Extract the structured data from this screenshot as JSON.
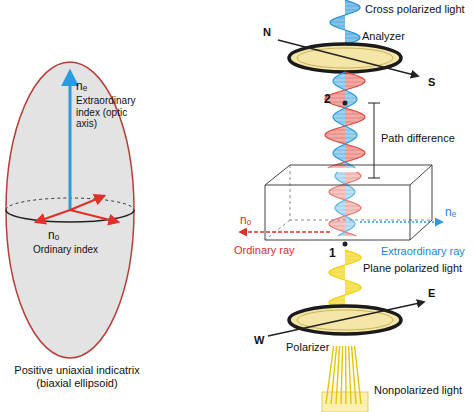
{
  "diagram": {
    "labels": [
      "nₑ",
      "Extraordinary index (optic axis)",
      "nₒ",
      "Ordinary index",
      "Positive uniaxial indicatrix (biaxial ellipsoid)",
      "Cross polarized light",
      "N",
      "Analyzer",
      "S",
      "2",
      "Path difference",
      "nₒ",
      "Ordinary ray",
      "nₑ",
      "Extraordinary ray",
      "1",
      "Plane polarized light",
      "E",
      "W",
      "Polarizer",
      "Nonpolarized light"
    ]
  }
}
